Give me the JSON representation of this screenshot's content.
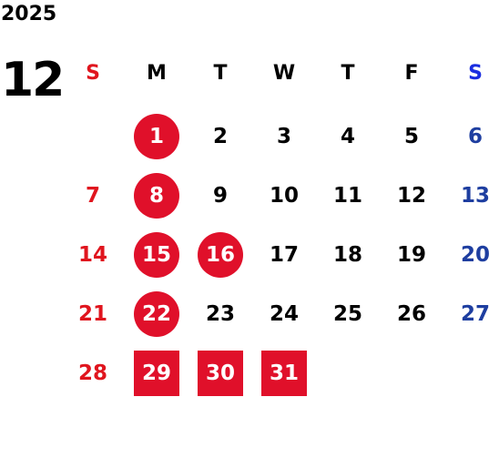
{
  "year": "2025",
  "month": "12",
  "weekdays": [
    "S",
    "M",
    "T",
    "W",
    "T",
    "F",
    "S"
  ],
  "weeks": [
    [
      "",
      "1",
      "2",
      "3",
      "4",
      "5",
      "6"
    ],
    [
      "7",
      "8",
      "9",
      "10",
      "11",
      "12",
      "13"
    ],
    [
      "14",
      "15",
      "16",
      "17",
      "18",
      "19",
      "20"
    ],
    [
      "21",
      "22",
      "23",
      "24",
      "25",
      "26",
      "27"
    ],
    [
      "28",
      "29",
      "30",
      "31",
      "",
      "",
      ""
    ]
  ],
  "highlighted_circle": [
    "1",
    "8",
    "15",
    "16",
    "22"
  ],
  "highlighted_square": [
    "29",
    "30",
    "31"
  ],
  "colors": {
    "sunday": "#e0151e",
    "saturday": "#1e3ea0",
    "highlight": "#e0102a",
    "text": "#000000"
  }
}
